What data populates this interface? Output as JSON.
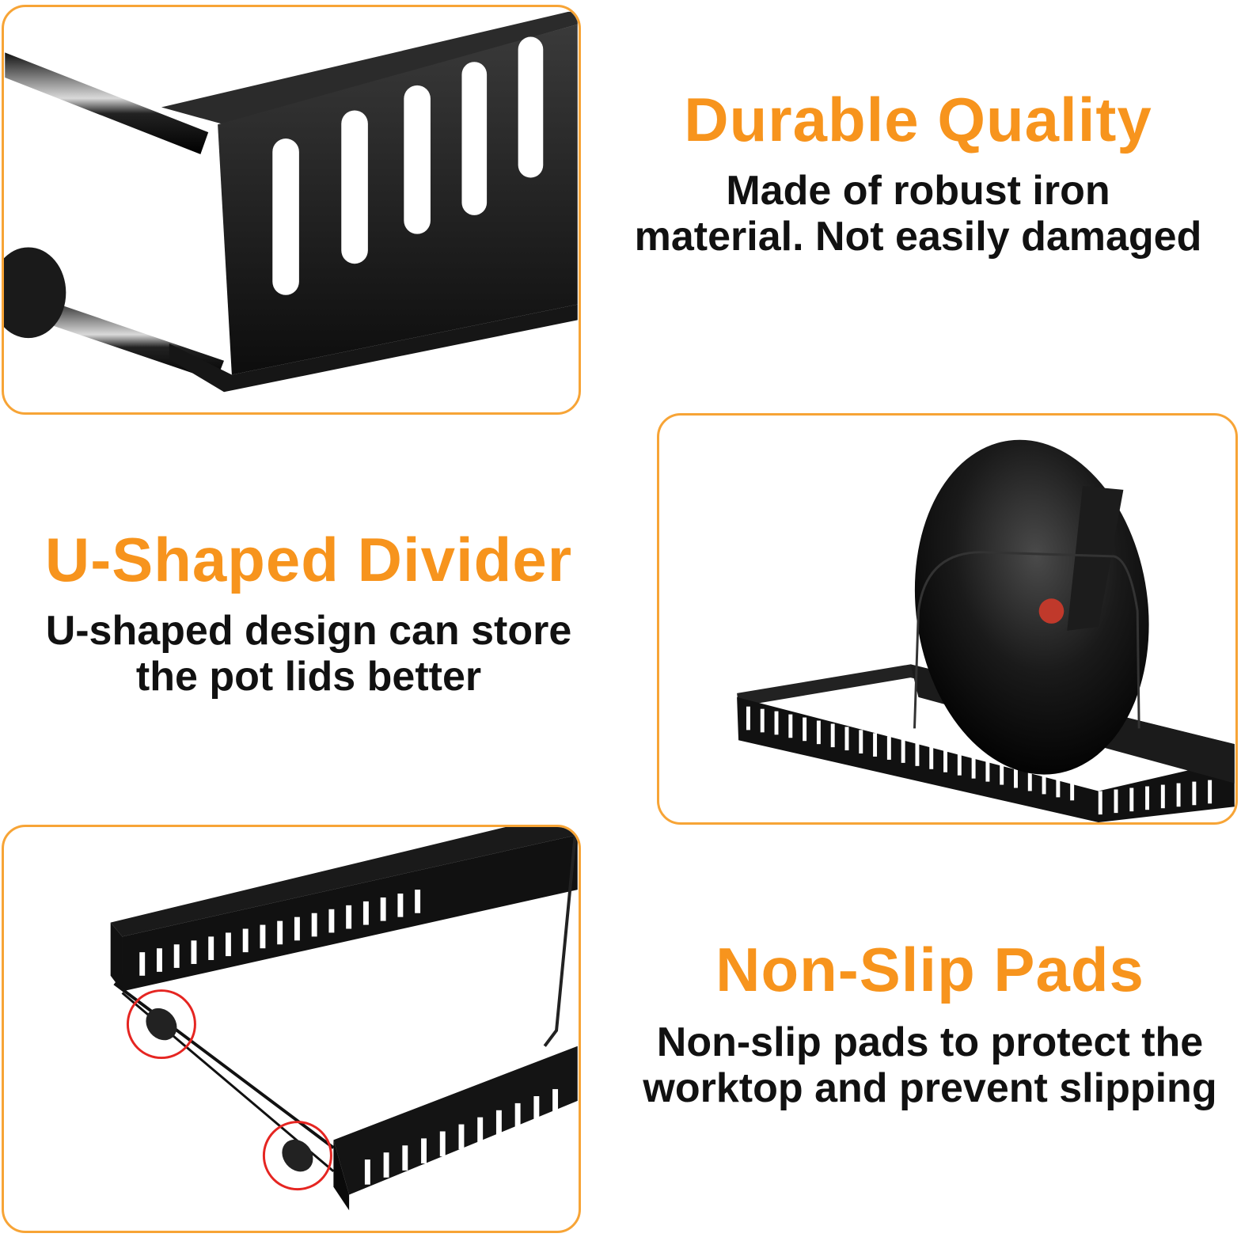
{
  "accent_color": "#f7941d",
  "border_color": "#f7a436",
  "features": [
    {
      "title": "Durable Quality",
      "desc_line1": "Made of robust iron",
      "desc_line2": "material. Not easily damaged"
    },
    {
      "title": "U-Shaped Divider",
      "desc_line1": "U-shaped design can store",
      "desc_line2": "the pot lids better"
    },
    {
      "title": "Non-Slip Pads",
      "desc_line1": "Non-slip pads to protect the",
      "desc_line2": "worktop and prevent slipping"
    }
  ],
  "images": [
    {
      "subject": "close-up of slotted black iron rack rail"
    },
    {
      "subject": "black pot lid standing in U-shaped divider on rack"
    },
    {
      "subject": "rack underside with non-slip pads circled in red"
    }
  ]
}
